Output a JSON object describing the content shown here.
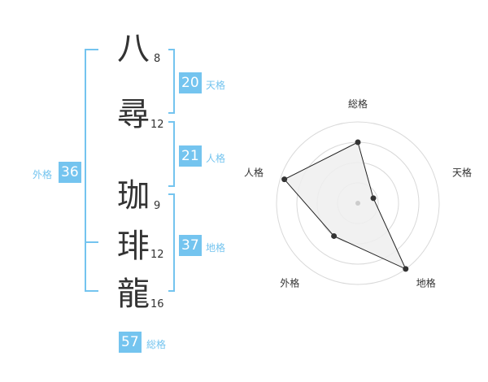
{
  "name": {
    "chars": [
      {
        "char": "八",
        "strokes": "8"
      },
      {
        "char": "尋",
        "strokes": "12"
      },
      {
        "char": "珈",
        "strokes": "9"
      },
      {
        "char": "琲",
        "strokes": "12"
      },
      {
        "char": "龍",
        "strokes": "16"
      }
    ],
    "tenkaku": {
      "value": "20",
      "label": "天格"
    },
    "jinkaku": {
      "value": "21",
      "label": "人格"
    },
    "chikaku": {
      "value": "37",
      "label": "地格"
    },
    "gaikaku": {
      "value": "36",
      "label": "外格"
    },
    "soukaku": {
      "value": "57",
      "label": "総格"
    }
  },
  "colors": {
    "accent": "#74c4ef",
    "text": "#333333",
    "fill": "#efefef"
  },
  "chart_data": {
    "type": "radar",
    "axes": [
      "総格",
      "天格",
      "地格",
      "外格",
      "人格"
    ],
    "values": [
      0.75,
      0.2,
      1.0,
      0.5,
      0.95
    ],
    "range": [
      0,
      1
    ],
    "rings": 4
  }
}
